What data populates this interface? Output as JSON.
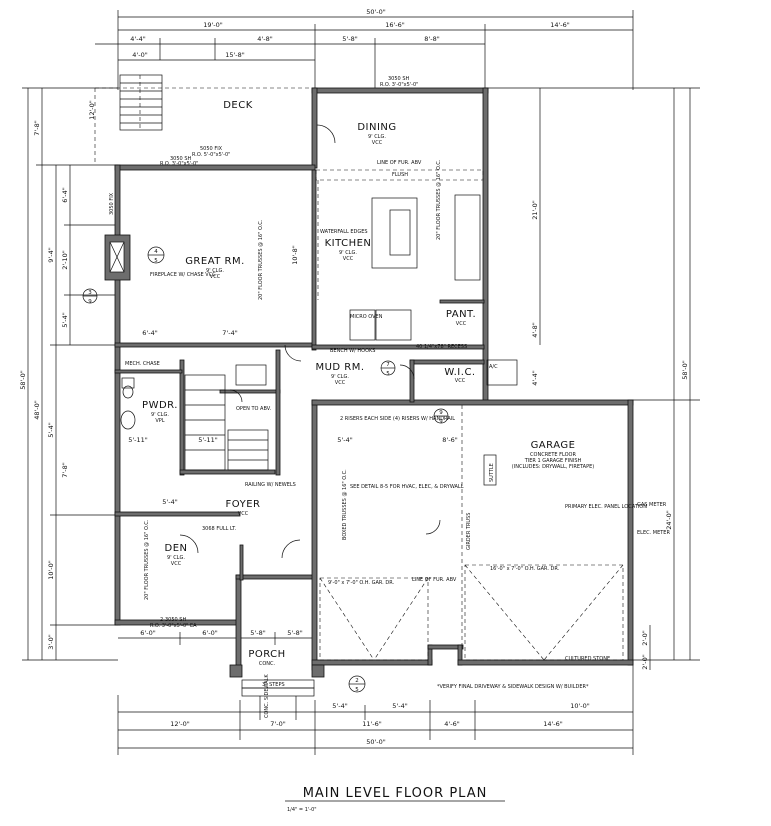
{
  "title": "MAIN LEVEL FLOOR PLAN",
  "scale": "1/4\" = 1'-0\"",
  "rooms": {
    "deck": {
      "name": "DECK"
    },
    "dining": {
      "name": "DINING",
      "sub": [
        "9' CLG.",
        "VCC"
      ]
    },
    "great": {
      "name": "GREAT RM.",
      "sub": [
        "9' CLG.",
        "VCC"
      ]
    },
    "kitchen": {
      "name": "KITCHEN",
      "sub": [
        "9' CLG.",
        "VCC"
      ]
    },
    "pantry": {
      "name": "PANT.",
      "sub": [
        "VCC"
      ]
    },
    "mud": {
      "name": "MUD RM.",
      "sub": [
        "9' CLG.",
        "VCC"
      ]
    },
    "wic": {
      "name": "W.I.C.",
      "sub": [
        "VCC"
      ]
    },
    "pwdr": {
      "name": "PWDR.",
      "sub": [
        "9' CLG.",
        "VPL"
      ]
    },
    "foyer": {
      "name": "FOYER",
      "sub": [
        "VCC"
      ]
    },
    "den": {
      "name": "DEN",
      "sub": [
        "9' CLG.",
        "VCC"
      ]
    },
    "garage": {
      "name": "GARAGE",
      "sub": [
        "CONCRETE FLOOR",
        "TIER 1 GARAGE FINISH",
        "(INCLUDES: DRYWALL, FIRETAPE)"
      ]
    },
    "porch": {
      "name": "PORCH",
      "sub": [
        "CONC."
      ]
    }
  },
  "dims": {
    "top_overall": "50'-0\"",
    "top_a": "19'-0\"",
    "top_b": "16'-6\"",
    "top_c": "14'-6\"",
    "top2_a": "4'-4\"",
    "top2_b": "4'-8\"",
    "top2_c": "5'-8\"",
    "top2_d": "8'-8\"",
    "deck_w": "15'-8\"",
    "deck_l": "4'-0\"",
    "deck_h": "12'-0\"",
    "left_overall": "58'-0\"",
    "left_a": "48'-0\"",
    "left_b": "7'-8\"",
    "left_c": "9'-4\"",
    "left_d": "5'-4\"",
    "left_e": "6'-4\"",
    "left_f": "2'-10\"",
    "left_g": "5'-4\"",
    "left_h": "10'-0\"",
    "left_i": "3'-0\"",
    "left_j": "7'-8\"",
    "right_overall": "58'-0\"",
    "right_a": "21'-0\"",
    "right_b": "24'-0\"",
    "right_c": "4'-4\"",
    "right_d": "2'-0\"",
    "right_e": "2'-0\"",
    "right_f": "4'-8\"",
    "kit_h": "10'-8\"",
    "great_w1": "6'-4\"",
    "great_w2": "7'-4\"",
    "bot_overall": "50'-0\"",
    "bot_a": "12'-0\"",
    "bot_b": "7'-0\"",
    "bot_c": "11'-6\"",
    "bot_d": "4'-6\"",
    "bot_e": "14'-6\"",
    "bot_f": "10'-0\"",
    "bot2_a": "5'-4\"",
    "bot2_b": "5'-4\"",
    "den_a": "6'-0\"",
    "den_b": "6'-0\"",
    "den_c": "5'-8\"",
    "den_d": "5'-8\"",
    "mud_a": "5'-4\"",
    "mud_b": "8'-6\"",
    "foyer_a": "5'-4\"",
    "pwdr_a": "5'-11\"",
    "pwdr_b": "5'-11\""
  },
  "notes": {
    "win_deck1": "3050 SH",
    "win_deck1b": "R.O. 3'-0\"x5'-0\"",
    "win_gr1": "5050 FIX",
    "win_gr1b": "R.O. 5'-0\"x5'-0\"",
    "win_dining": "3050 SH",
    "win_dining2": "R.O. 3'-0\"x5'-0\"",
    "line_fur": "LINE OF FUR. ABV",
    "flush": "FLUSH",
    "fireplace": "FIREPLACE W/ CHASE VCC",
    "gr_truss": "20\" FLOOR TRUSSES @ 16\" O.C.",
    "kit_truss": "20\" FLOOR TRUSSES @ 16\" O.C.",
    "waterfall": "WATERFALL EDGES",
    "micro": "MICRO OVEN",
    "bench": "BENCH W/ HOOKS",
    "recess": "40 1/4\"x78\" RECESS",
    "mech": "MECH. CHASE",
    "open": "OPEN TO ABV.",
    "railing": "RAILING W/ NEWELS",
    "risers": "2 RISERS EACH SIDE (4) RISERS W/ HANDRAIL",
    "see_detail": "SEE DETAIL 8-5 FOR HVAC, ELEC, & DRYWALL",
    "bsmt_truss": "BOXED TRUSSES @ 16\" O.C.",
    "girder": "GIRDER TRUSS",
    "elec": "PRIMARY ELEC. PANEL LOCATION",
    "gas": "GAS METER",
    "elec_meter": "ELEC. METER",
    "den_truss": "20\" FLOOR TRUSSES @ 16\" O.C.",
    "den_win": "2-3050 SH",
    "den_win2": "R.O. 3'-0\"x5'-0\" EA",
    "ohdoor1": "9'-0\" x 7'-0\" O.H. GAR. DR.",
    "ohdoor2": "16'-0\" x 7'-0\" O.H. GAR. DR.",
    "door_full": "3068 FULL LT.",
    "steps": "3\" STEPS",
    "walk": "CONC. SIDEWALK",
    "cultured": "CULTURED STONE",
    "verify": "*VERIFY FINAL DRIVEWAY & SIDEWALK DESIGN W/ BUILDER*",
    "line_fur2": "LINE OF FUR. ABV",
    "ac": "A/C",
    "suttle": "SUTTLE",
    "fp_note": "3050 FIX"
  },
  "callouts": {
    "c1_top": "4",
    "c1_bot": "5",
    "c2_top": "3",
    "c2_bot": "9",
    "c3_top": "7",
    "c3_bot": "5",
    "c4_top": "9",
    "c4_bot": "9",
    "c5_top": "2",
    "c5_bot": "5"
  }
}
